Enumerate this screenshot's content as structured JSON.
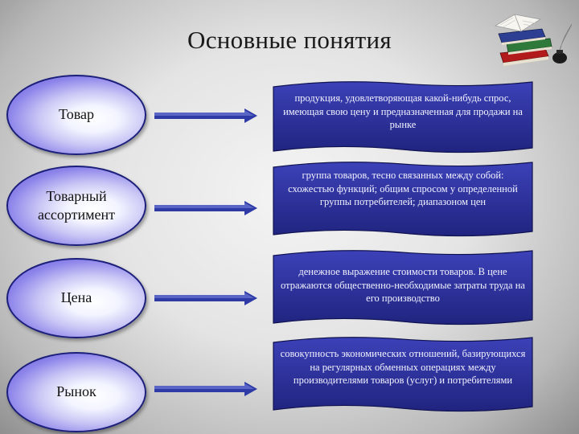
{
  "title": "Основные понятия",
  "concepts": [
    {
      "term": "Товар",
      "definition": "продукция, удовлетворяющая какой-нибудь спрос, имеющая свою цену и предназначенная для продажи на рынке"
    },
    {
      "term": "Товарный\nассортимент",
      "definition": "группа товаров, тесно связанных между собой: схожестью функций; общим спросом у определенной группы потребителей; диапазоном цен"
    },
    {
      "term": "Цена",
      "definition": "денежное выражение стоимости товаров. В цене отражаются общественно-необходимые затраты труда на его производство"
    },
    {
      "term": "Рынок",
      "definition": "совокупность экономических отношений, базирующихся на регулярных обменных операциях между производителями товаров (услуг) и потребителями"
    }
  ],
  "icons": {
    "logo": "books-and-inkwell-icon",
    "arrow": "arrow-right-icon"
  },
  "colors": {
    "ellipse_border": "#1b1f7a",
    "ellipse_fill": "#8d84ea",
    "banner_fill": "#2b2f9e",
    "arrow_fill": "#2e3aa6",
    "definition_text": "#f3f3ff"
  }
}
